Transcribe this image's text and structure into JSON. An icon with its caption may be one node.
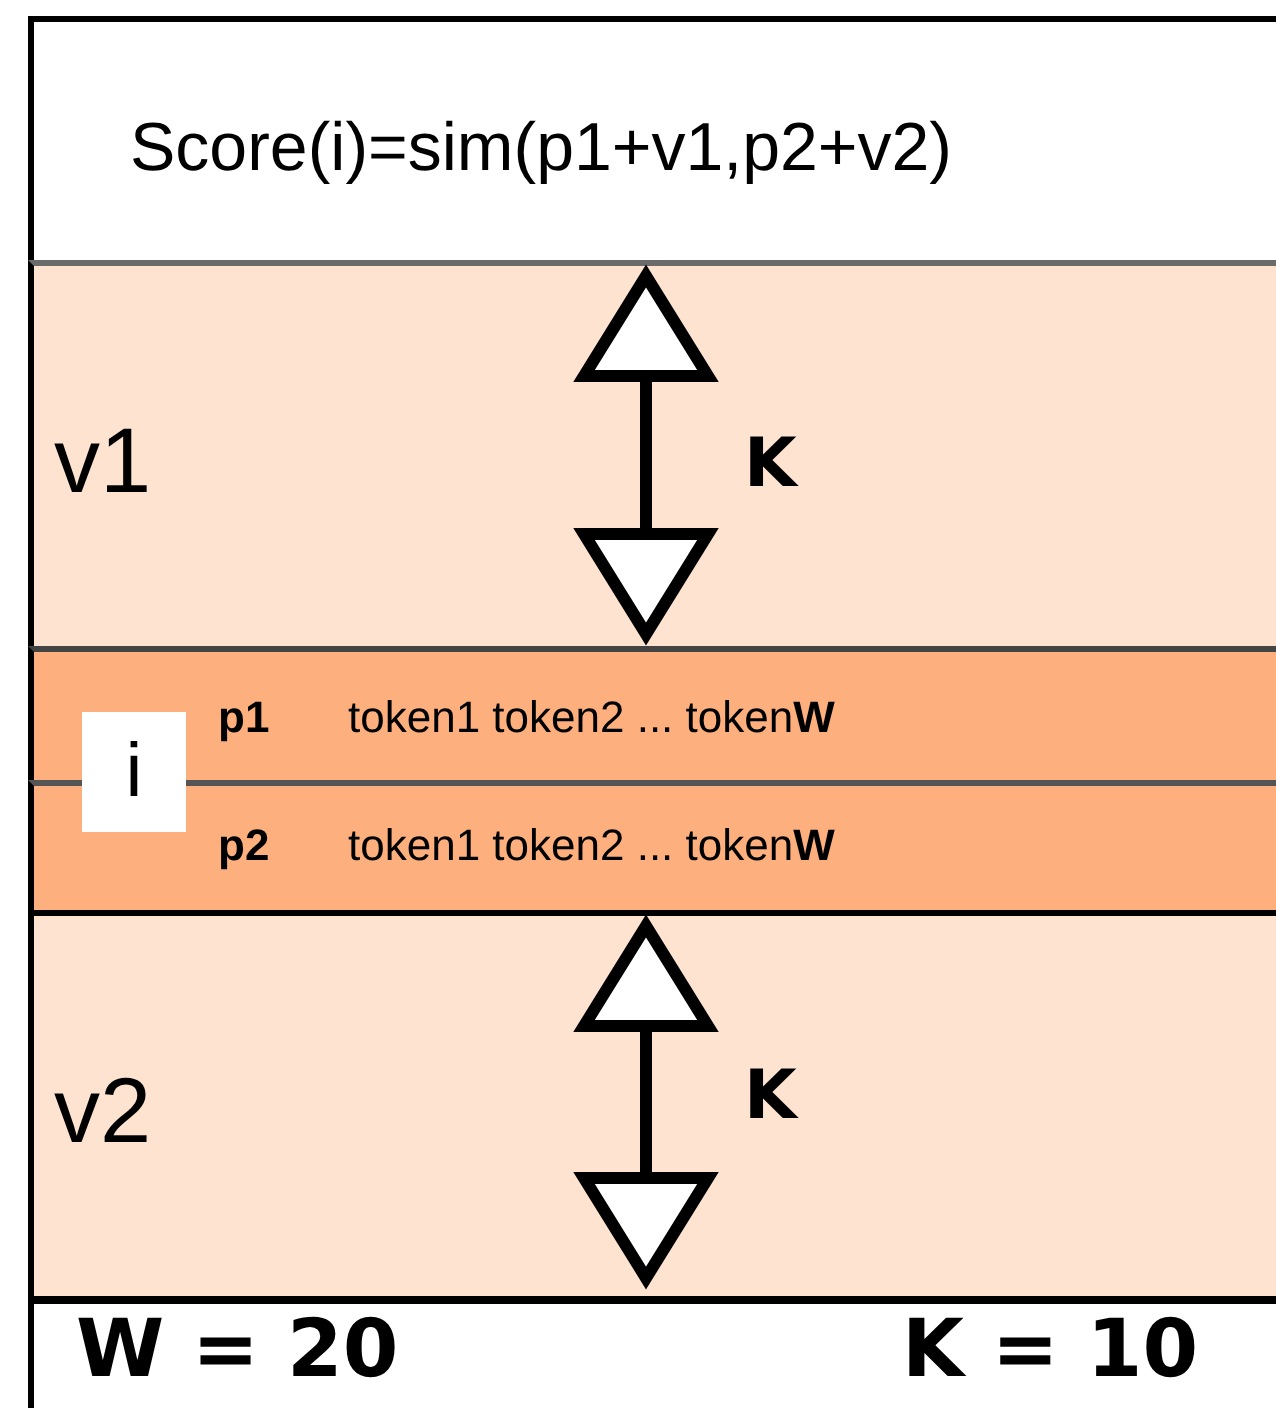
{
  "diagram": {
    "nodes": [
      {
        "text": [
          "Score(i)=sim(p1+v1,p2+v2)"
        ]
      },
      {
        "text": [
          "v1"
        ]
      },
      {
        "text": [
          "p1",
          "token1 token2 ... token**W**"
        ]
      },
      {
        "text": [
          "p2",
          "token1 token2 ... token**W**"
        ]
      },
      {
        "text": [
          "i"
        ]
      },
      {
        "text": [
          "v2"
        ]
      }
    ],
    "labels": [
      "K",
      "K",
      "W = 20",
      "K = 10"
    ]
  }
}
